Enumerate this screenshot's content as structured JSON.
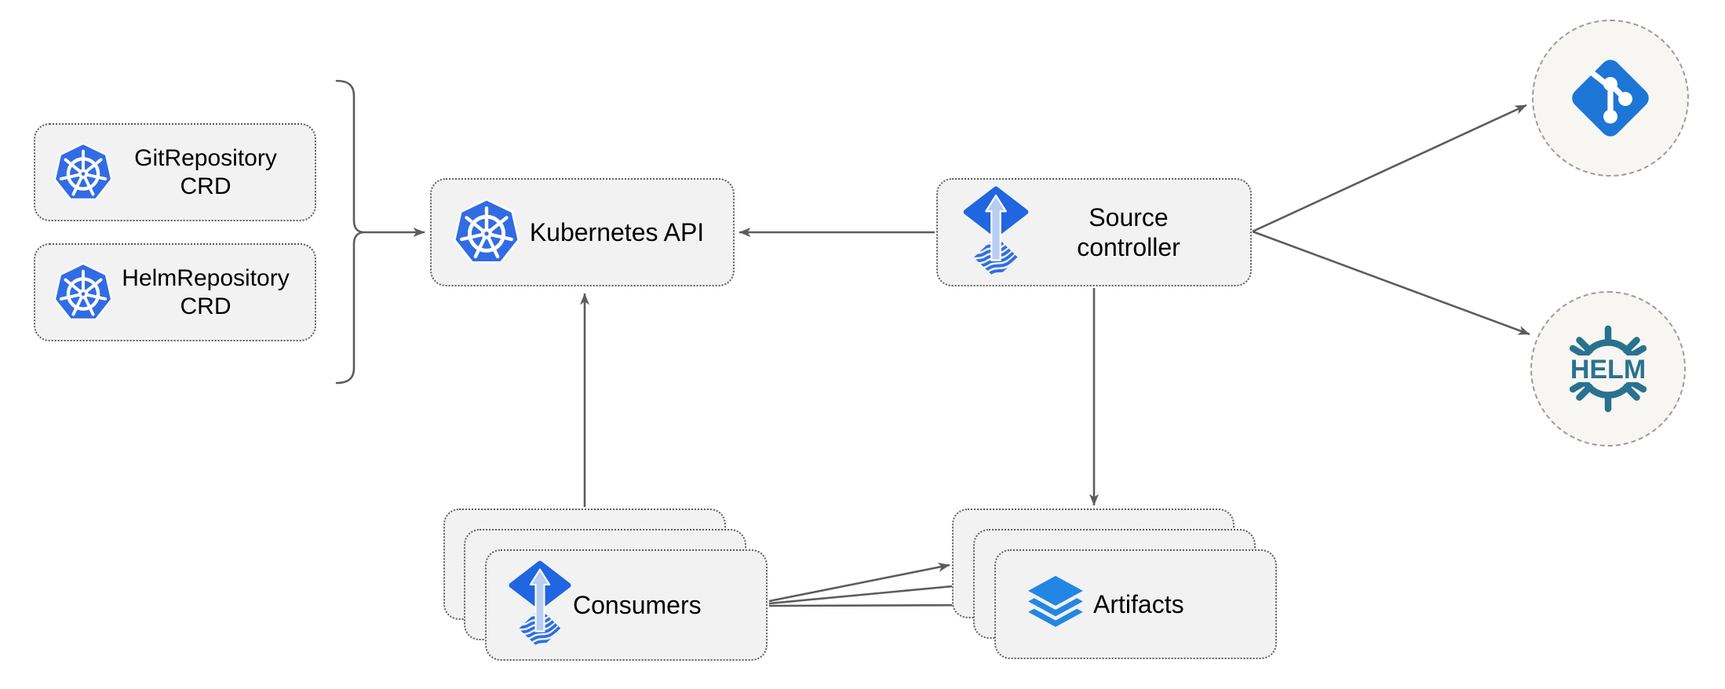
{
  "diagram": {
    "nodes": {
      "gitrepository_crd": {
        "lines": [
          "GitRepository",
          "CRD"
        ],
        "icon": "kubernetes-icon",
        "shape": "dotted-rounded-box"
      },
      "helmrepository_crd": {
        "lines": [
          "HelmRepository",
          "CRD"
        ],
        "icon": "kubernetes-icon",
        "shape": "dotted-rounded-box"
      },
      "kubernetes_api": {
        "label": "Kubernetes API",
        "icon": "kubernetes-icon",
        "shape": "dotted-rounded-box"
      },
      "source_controller": {
        "lines": [
          "Source",
          "controller"
        ],
        "icon": "flux-icon",
        "shape": "dotted-rounded-box"
      },
      "consumers": {
        "label": "Consumers",
        "icon": "flux-icon",
        "shape": "dotted-rounded-box",
        "stacked": 3
      },
      "artifacts": {
        "label": "Artifacts",
        "icon": "layers-icon",
        "shape": "dotted-rounded-box",
        "stacked": 3
      },
      "git_repository": {
        "icon": "git-icon",
        "shape": "dashed-circle"
      },
      "helm_repository": {
        "icon": "helm-icon",
        "label": "HELM",
        "shape": "dashed-circle"
      }
    },
    "edges": [
      {
        "from": "gitrepository_crd|helmrepository_crd",
        "via": "bracket",
        "to": "kubernetes_api",
        "arrow": true
      },
      {
        "from": "source_controller",
        "to": "kubernetes_api",
        "arrow": true
      },
      {
        "from": "consumers",
        "to": "kubernetes_api",
        "arrow": true
      },
      {
        "from": "source_controller",
        "to": "artifacts",
        "arrow": true
      },
      {
        "from": "source_controller",
        "to": "git_repository",
        "arrow": true
      },
      {
        "from": "source_controller",
        "to": "helm_repository",
        "arrow": true
      },
      {
        "from": "consumers",
        "to": "artifacts",
        "arrow": true,
        "count": 3
      }
    ],
    "colors": {
      "kubernetes_blue": "#326ce5",
      "flux_blue": "#1f66e0",
      "flux_arrow_light_blue": "#b9cdf2",
      "flux_wave_blue": "#2e6fe3",
      "layers_blue": "#2386e4",
      "git_blue": "#1d76d6",
      "helm_teal": "#29728f",
      "box_fill": "#f2f2f2",
      "circle_fill": "#f8f6f2",
      "connector_gray": "#5c5c5c",
      "text": "#000000"
    }
  }
}
